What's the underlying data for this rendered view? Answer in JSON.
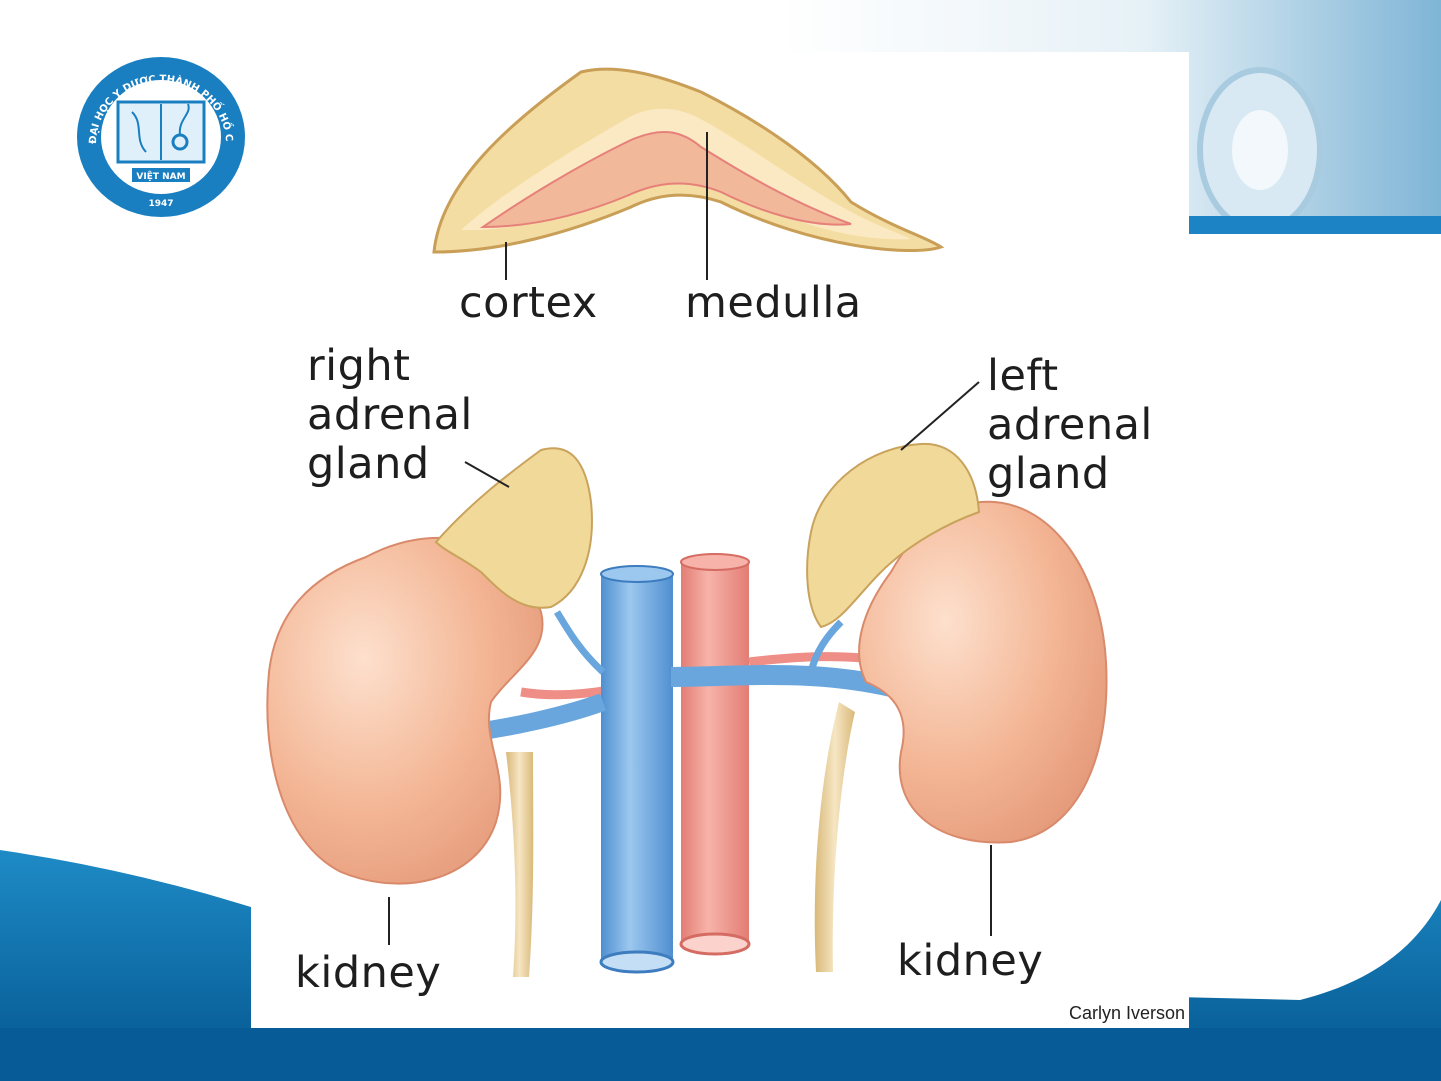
{
  "logo": {
    "ring_text": "ĐẠI HỌC Y DƯỢC THÀNH PHỐ HỒ CHÍ MINH",
    "country": "VIỆT NAM",
    "year": "1947",
    "icon": "university-seal-icon"
  },
  "diagram": {
    "labels": {
      "cortex": "cortex",
      "medulla": "medulla",
      "right_adrenal_gland": "right\nadrenal\ngland",
      "left_adrenal_gland": "left\nadrenal\ngland",
      "kidney_right": "kidney",
      "kidney_left": "kidney"
    },
    "credit": "Carlyn Iverson"
  },
  "colors": {
    "slide_blue": "#0a6aa6",
    "kidney": "#f3b594",
    "adrenal": "#f1d99a",
    "vein": "#6aa6de",
    "artery": "#ee8e86"
  }
}
